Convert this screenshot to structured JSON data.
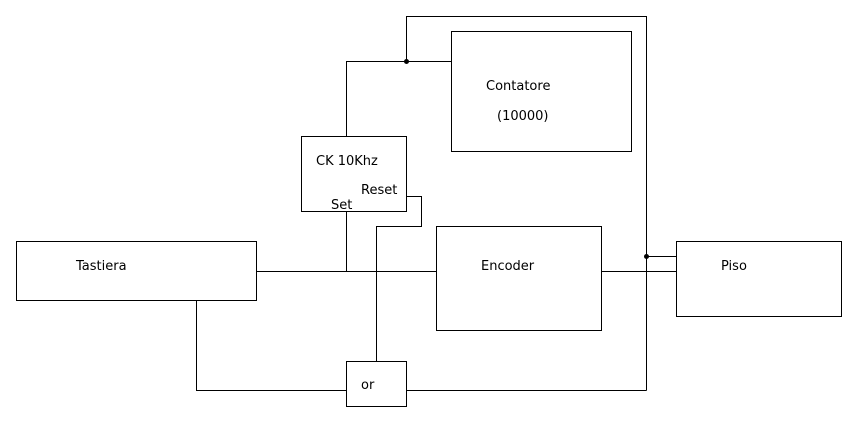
{
  "blocks": {
    "tastiera": "Tastiera",
    "clock": "CK 10Khz",
    "clock_reset": "Reset",
    "clock_set": "Set",
    "counter": "Contatore",
    "counter_value": "(10000)",
    "encoder": "Encoder",
    "piso": "Piso",
    "or_gate": "or"
  }
}
